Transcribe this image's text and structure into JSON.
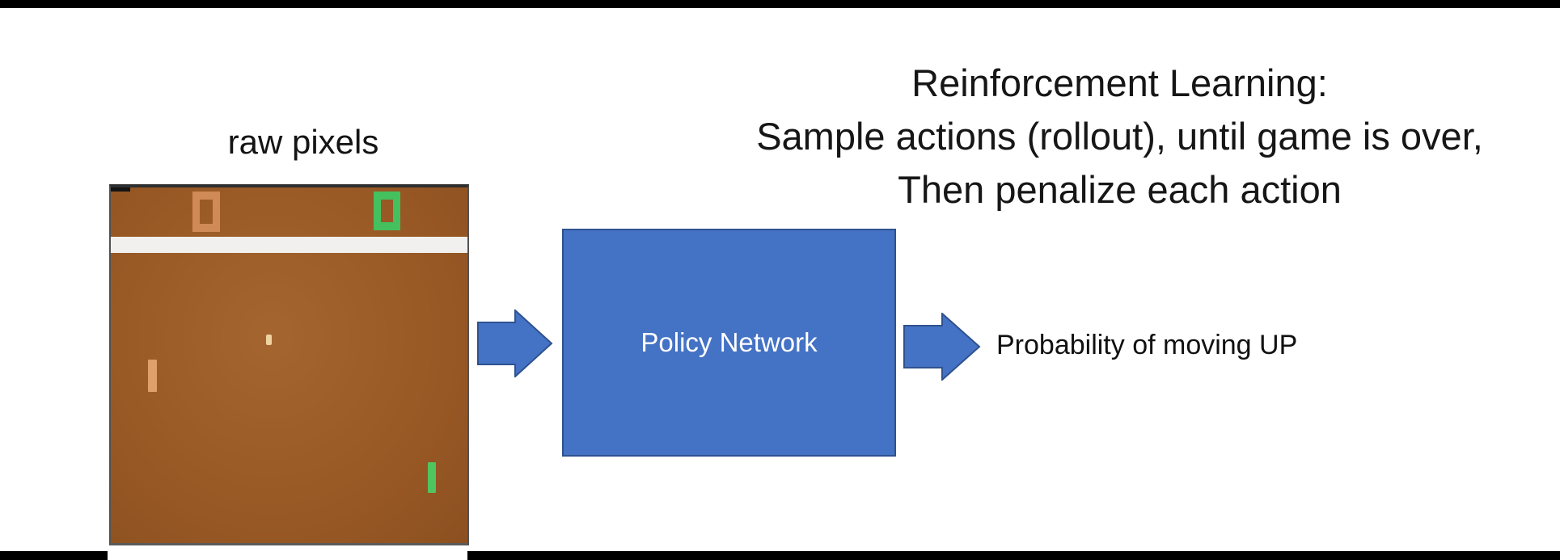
{
  "title": {
    "line1": "Reinforcement Learning:",
    "line2": "Sample actions (rollout), until game is over,",
    "line3": "Then penalize each action"
  },
  "input": {
    "label": "raw pixels"
  },
  "policy_box": {
    "label": "Policy Network",
    "fill": "#4472c4",
    "border": "#2f528f"
  },
  "arrows": {
    "fill": "#4472c4",
    "stroke": "#2f528f"
  },
  "output": {
    "label": "Probability of moving UP"
  },
  "pong": {
    "left_score": "0",
    "right_score": "0",
    "colors": {
      "background": "#9a5a26",
      "left_score": "#cf8a58",
      "right_score": "#44c05e",
      "divider": "#f1f0ee",
      "ball": "#f0d2a0",
      "left_paddle": "#dfa06a",
      "right_paddle": "#4fc45f",
      "frame_border": "#525252"
    }
  },
  "bars": {
    "top_color": "#000000",
    "bottom_color": "#000000"
  }
}
